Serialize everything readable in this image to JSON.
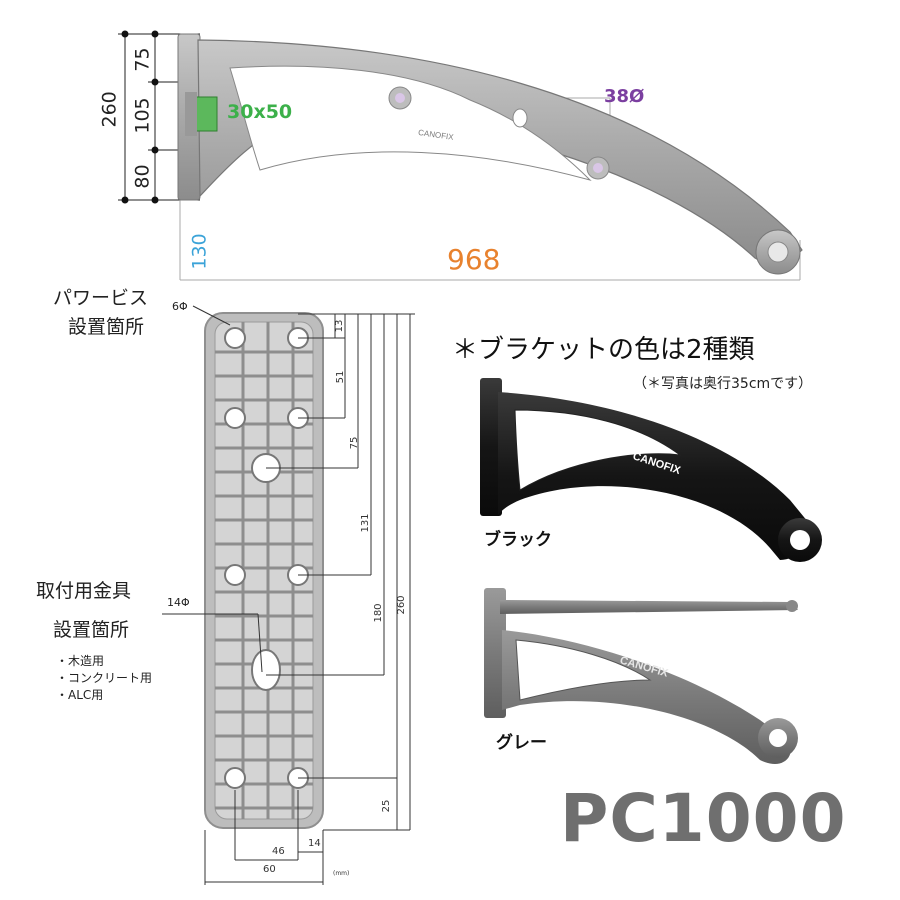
{
  "top_diagram": {
    "dim_260": "260",
    "dim_75": "75",
    "dim_105": "105",
    "dim_80": "80",
    "dim_130": "130",
    "dim_968": "968",
    "size_30x50": "30x50",
    "hole_38": "38Ø",
    "logo": "CANOFIX"
  },
  "plate": {
    "label_screw": [
      "パワービス",
      "設置箇所"
    ],
    "label_6phi": "6Φ",
    "label_14phi": "14Φ",
    "label_bracket": [
      "取付用金具",
      "設置箇所"
    ],
    "uses": [
      "・木造用",
      "・コンクリート用",
      "・ALC用"
    ],
    "dims": {
      "d13": "13",
      "d51": "51",
      "d75": "75",
      "d131": "131",
      "d180": "180",
      "d260": "260",
      "d25": "25",
      "d46": "46",
      "d14": "14",
      "d60": "60",
      "unit": "(mm)"
    }
  },
  "colors_section": {
    "heading": "＊ブラケットの色は2種類",
    "note": "（＊写真は奥行35cmです）",
    "black_label": "ブラック",
    "gray_label": "グレー",
    "logo": "CANOFIX"
  },
  "model": "PC1000",
  "colors": {
    "green": "#3cb04a",
    "purple": "#7b3fa0",
    "blue": "#3ba3d8",
    "orange": "#e8822e",
    "model_gray": "#6f6f6f"
  }
}
